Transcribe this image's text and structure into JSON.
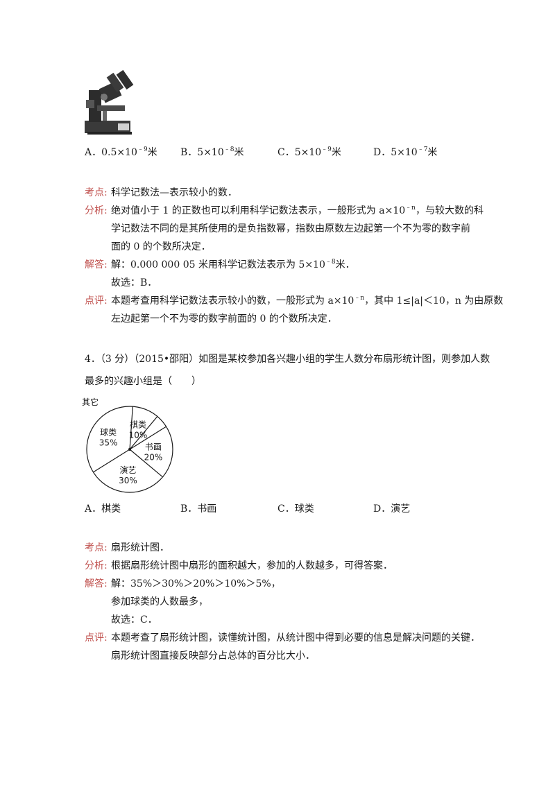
{
  "q3": {
    "options": [
      {
        "letter": "A．",
        "base": "0.5×10",
        "exp": "﹣9",
        "unit": "米"
      },
      {
        "letter": "B．",
        "base": "5×10",
        "exp": "﹣8",
        "unit": "米"
      },
      {
        "letter": "C．",
        "base": "5×10",
        "exp": "﹣9",
        "unit": "米"
      },
      {
        "letter": "D．",
        "base": "5×10",
        "exp": "﹣7",
        "unit": "米"
      }
    ],
    "kaodian_label": "考点:",
    "kaodian": "科学记数法—表示较小的数．",
    "fenxi_label": "分析:",
    "fenxi_1a": "绝对值小于 1 的正数也可以利用科学记数法表示，一般形式为 a×10",
    "fenxi_1exp": "﹣n",
    "fenxi_1b": "，与较大数的科",
    "fenxi_2": "学记数法不同的是其所使用的是负指数幂，指数由原数左边起第一个不为零的数字前",
    "fenxi_3": "面的 0 的个数所决定．",
    "jieda_label": "解答:",
    "jieda_1a": "解：0.000 000 05 米用科学记数法表示为 5×10",
    "jieda_1exp": "﹣8",
    "jieda_1b": "米．",
    "jieda_2": "故选：B．",
    "dianping_label": "点评:",
    "dianping_1a": "本题考查用科学记数法表示较小的数，一般形式为 a×10",
    "dianping_1exp": "﹣n",
    "dianping_1b": "，其中 1≤|a|＜10，n 为由原数",
    "dianping_2": "左边起第一个不为零的数字前面的 0 的个数所决定．"
  },
  "q4": {
    "stem_1": "4．（3 分）（2015•邵阳）如图是某校参加各兴趣小组的学生人数分布扇形统计图，则参加人数",
    "stem_2": "最多的兴趣小组是（　　）",
    "options": [
      {
        "letter": "A．",
        "text": "棋类"
      },
      {
        "letter": "B．",
        "text": "书画"
      },
      {
        "letter": "C．",
        "text": "球类"
      },
      {
        "letter": "D．",
        "text": "演艺"
      }
    ],
    "kaodian_label": "考点:",
    "kaodian": "扇形统计图．",
    "fenxi_label": "分析:",
    "fenxi": "根据扇形统计图中扇形的面积越大，参加的人数越多，可得答案．",
    "jieda_label": "解答:",
    "jieda_1": "解：35%＞30%＞20%＞10%＞5%，",
    "jieda_2": "参加球类的人数最多，",
    "jieda_3": "故选：C．",
    "dianping_label": "点评:",
    "dianping_1": "本题考查了扇形统计图，读懂统计图，从统计图中得到必要的信息是解决问题的关键．",
    "dianping_2": "扇形统计图直接反映部分占总体的百分比大小．"
  },
  "chart_data": {
    "type": "pie",
    "categories": [
      "书画",
      "演艺",
      "球类",
      "棋类",
      "其它"
    ],
    "labels": [
      "20%",
      "30%",
      "35%",
      "10%",
      ""
    ],
    "values": [
      20,
      30,
      35,
      10,
      5
    ],
    "title": ""
  }
}
